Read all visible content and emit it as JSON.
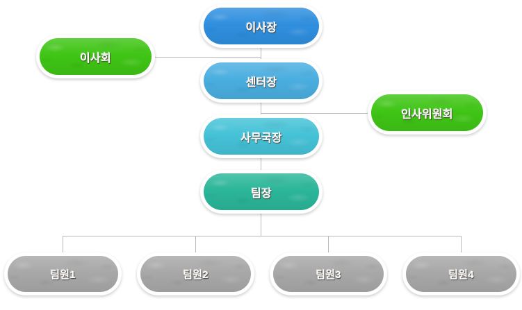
{
  "diagram": {
    "type": "organization-chart",
    "title": "",
    "colors": {
      "chairman": "#2f8fdf",
      "center_director": "#4aaee0",
      "secretary_general": "#45c2d7",
      "team_leader": "#2bb699",
      "committee": "#3fc515",
      "team_member": "#a8a8a8",
      "connector": "#b9b9b9",
      "background": "#ffffff"
    },
    "nodes": {
      "chairman": {
        "label": "이사장"
      },
      "board": {
        "label": "이사회"
      },
      "center_director": {
        "label": "센터장"
      },
      "hr_committee": {
        "label": "인사위원회"
      },
      "secretary_general": {
        "label": "사무국장"
      },
      "team_leader": {
        "label": "팀장"
      },
      "team_members": [
        {
          "label": "팀원1"
        },
        {
          "label": "팀원2"
        },
        {
          "label": "팀원3"
        },
        {
          "label": "팀원4"
        }
      ]
    }
  }
}
